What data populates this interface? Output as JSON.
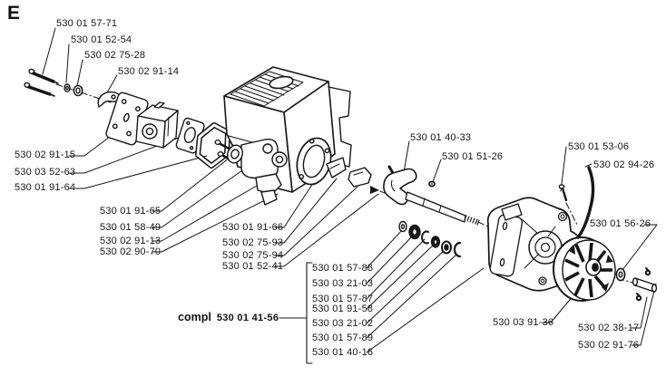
{
  "figure": {
    "section_label": "E"
  },
  "compl": {
    "prefix": "compl",
    "part_number": "530 01 41-56"
  },
  "part_labels": [
    {
      "text": "530 01 57-71"
    },
    {
      "text": "530 01 52-54"
    },
    {
      "text": "530 02 75-28"
    },
    {
      "text": "530 02 91-14"
    },
    {
      "text": "530 02 91-15"
    },
    {
      "text": "530 03 52-63"
    },
    {
      "text": "530 01 91-64"
    },
    {
      "text": "530 01 91-65"
    },
    {
      "text": "530 01 58-49"
    },
    {
      "text": "530 02 91-13"
    },
    {
      "text": "530 02 90-70"
    },
    {
      "text": "530 01 91-66"
    },
    {
      "text": "530 02 75-93"
    },
    {
      "text": "530 02 75-94"
    },
    {
      "text": "530 01 52-41"
    },
    {
      "text": "530 01 57-88"
    },
    {
      "text": "530 03 21-03"
    },
    {
      "text": "530 01 57-87"
    },
    {
      "text": "530 01 91-58"
    },
    {
      "text": "530 03 21-02"
    },
    {
      "text": "530 01 57-89"
    },
    {
      "text": "530 01 40-16"
    },
    {
      "text": "530 01 40-33"
    },
    {
      "text": "530 01 51-26"
    },
    {
      "text": "530 01 53-06"
    },
    {
      "text": "530 02 94-26"
    },
    {
      "text": "530 01 56-26"
    },
    {
      "text": "530 03 91-36"
    },
    {
      "text": "530 02 38-17"
    },
    {
      "text": "530 02 91-76"
    }
  ],
  "colors": {
    "ink": "#161616",
    "background": "#ffffff"
  }
}
